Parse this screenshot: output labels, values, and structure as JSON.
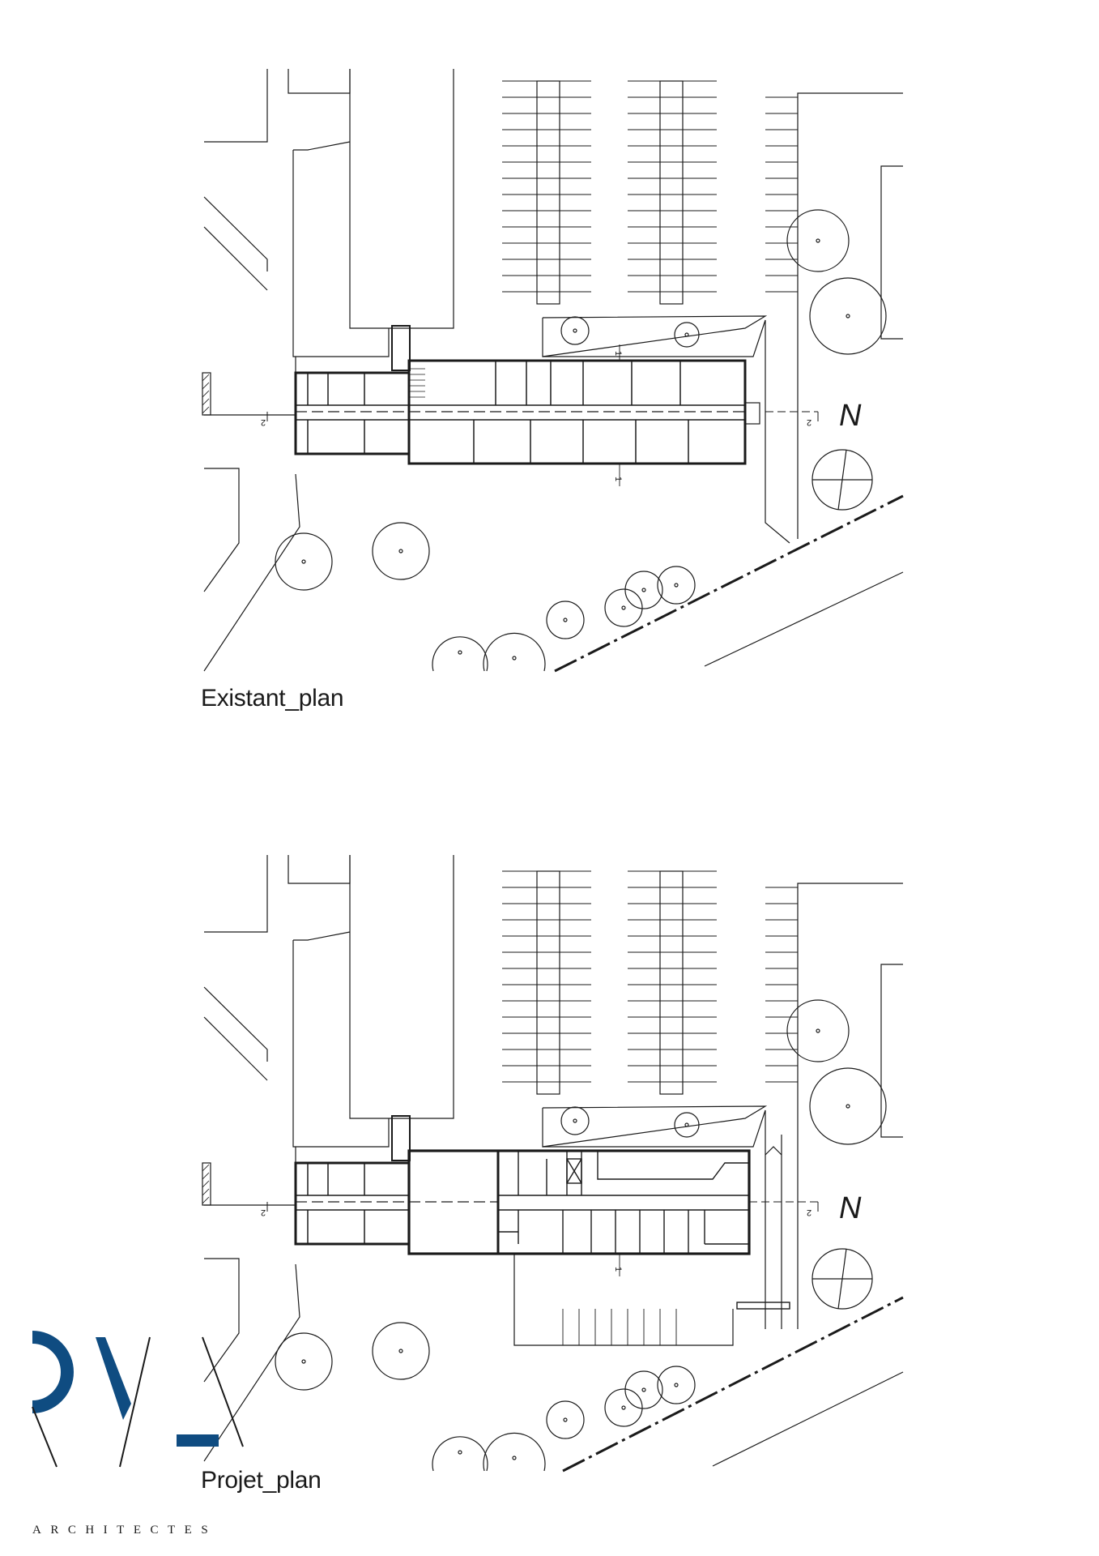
{
  "plans": [
    {
      "id": "existing",
      "label": "Existant_plan",
      "north": "N",
      "variant": "existing"
    },
    {
      "id": "project",
      "label": "Projet_plan",
      "north": "N",
      "variant": "project"
    }
  ],
  "section_marks": {
    "long": "2",
    "cross": "1"
  },
  "logo": {
    "subtitle": "ARCHITECTES",
    "accent_color": "#0f4c81"
  }
}
